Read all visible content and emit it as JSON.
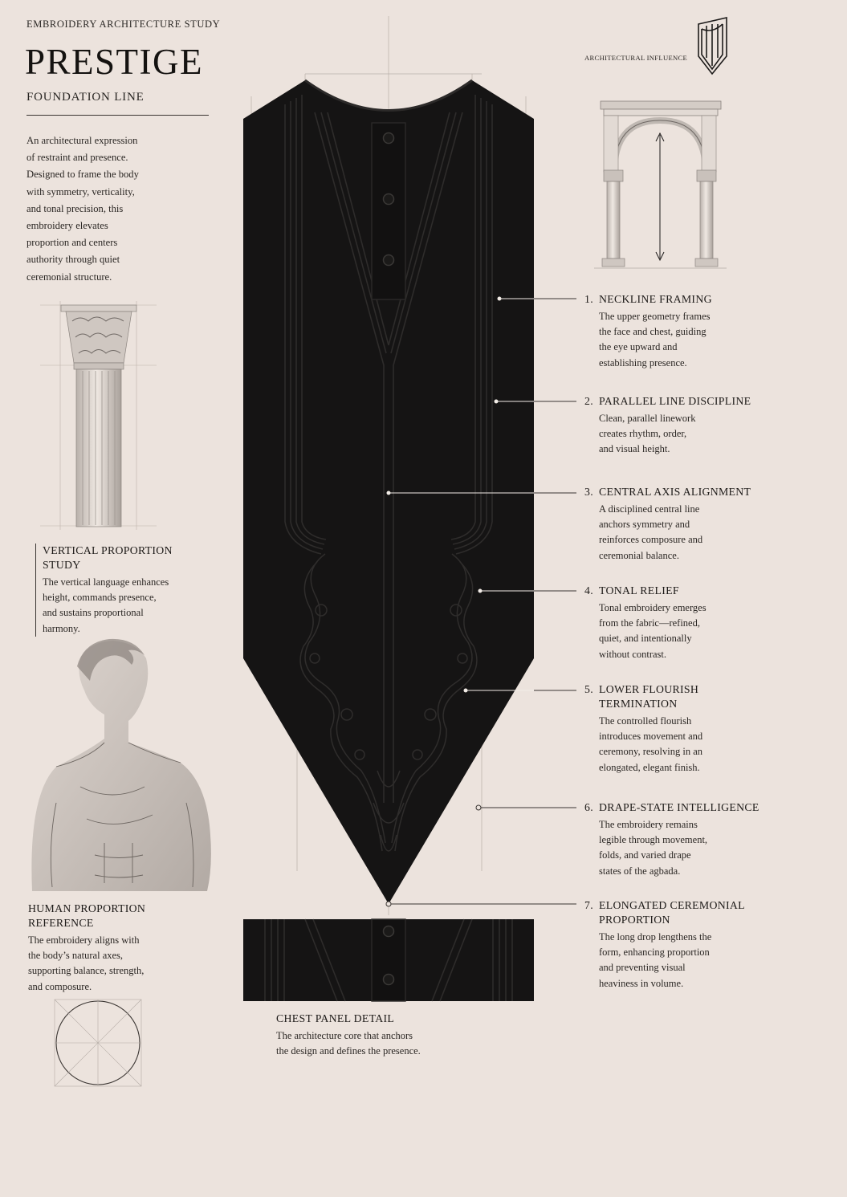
{
  "header": {
    "eyebrow": "EMBROIDERY ARCHITECTURE STUDY",
    "title": "PRESTIGE",
    "subtitle": "FOUNDATION LINE"
  },
  "intro": {
    "lines": [
      "An architectural expression",
      "of restraint and presence.",
      "Designed to frame the body",
      "with symmetry, verticality,",
      "and tonal precision, this",
      "embroidery elevates",
      "proportion and centers",
      "authority through quiet",
      "ceremonial structure."
    ]
  },
  "architectural_influence": {
    "label": "ARCHITECTURAL INFLUENCE"
  },
  "vertical_study": {
    "heading_lines": [
      "VERTICAL PROPORTION",
      "STUDY"
    ],
    "body_lines": [
      "The vertical language enhances",
      "height, commands presence,",
      "and sustains proportional",
      "harmony."
    ]
  },
  "human_reference": {
    "heading_lines": [
      "HUMAN PROPORTION",
      "REFERENCE"
    ],
    "body_lines": [
      "The embroidery aligns with",
      "the body’s natural axes,",
      "supporting balance, strength,",
      "and composure."
    ]
  },
  "chest_panel": {
    "heading": "CHEST PANEL DETAIL",
    "body_lines": [
      "The architecture core that anchors",
      "the design and defines the presence."
    ]
  },
  "callouts": [
    {
      "num": "1.",
      "title_lines": [
        "NECKLINE FRAMING"
      ],
      "body_lines": [
        "The upper geometry frames",
        "the face and chest, guiding",
        "the eye upward and",
        "establishing presence."
      ]
    },
    {
      "num": "2.",
      "title_lines": [
        "PARALLEL LINE DISCIPLINE"
      ],
      "body_lines": [
        "Clean, parallel linework",
        "creates rhythm, order,",
        "and visual height."
      ]
    },
    {
      "num": "3.",
      "title_lines": [
        "CENTRAL AXIS ALIGNMENT"
      ],
      "body_lines": [
        "A disciplined central line",
        "anchors symmetry and",
        "reinforces composure and",
        "ceremonial balance."
      ]
    },
    {
      "num": "4.",
      "title_lines": [
        "TONAL RELIEF"
      ],
      "body_lines": [
        "Tonal embroidery emerges",
        "from the fabric—refined,",
        "quiet, and intentionally",
        "without contrast."
      ]
    },
    {
      "num": "5.",
      "title_lines": [
        "LOWER FLOURISH",
        "TERMINATION"
      ],
      "body_lines": [
        "The controlled flourish",
        "introduces movement and",
        "ceremony, resolving in an",
        "elongated, elegant finish."
      ]
    },
    {
      "num": "6.",
      "title_lines": [
        "DRAPE-STATE INTELLIGENCE"
      ],
      "body_lines": [
        "The embroidery remains",
        "legible through movement,",
        "folds, and varied drape",
        "states of the agbada."
      ]
    },
    {
      "num": "7.",
      "title_lines": [
        "ELONGATED CEREMONIAL",
        "PROPORTION"
      ],
      "body_lines": [
        "The long drop lengthens the",
        "form, enhancing proportion",
        "and preventing visual",
        "heaviness in volume."
      ]
    }
  ],
  "colors": {
    "paper": "#ece3dd",
    "garment": "#151414",
    "ink": "#1d1b1a",
    "sketch": "#8c8580"
  },
  "icons": [
    "monogram-shield-icon",
    "corinthian-column-illustration",
    "arch-illustration",
    "statue-bust-illustration",
    "proportion-circle-diagram"
  ]
}
